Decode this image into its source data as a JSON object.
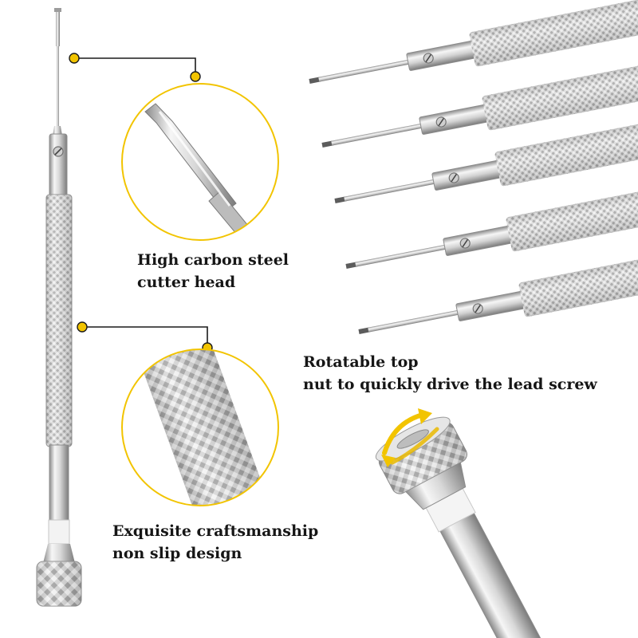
{
  "features": [
    {
      "lines": [
        "High carbon steel",
        "cutter head"
      ]
    },
    {
      "lines": [
        "Exquisite craftsmanship",
        "non slip design"
      ]
    },
    {
      "lines": [
        "Rotatable top",
        "nut to quickly drive the lead screw"
      ]
    }
  ],
  "colors": {
    "accent": "#f2c400",
    "steel_light": "#f4f4f4",
    "steel_mid": "#c3c3c3",
    "steel_dark": "#8a8a8a",
    "line": "#1a1a1a",
    "text": "#161616"
  }
}
